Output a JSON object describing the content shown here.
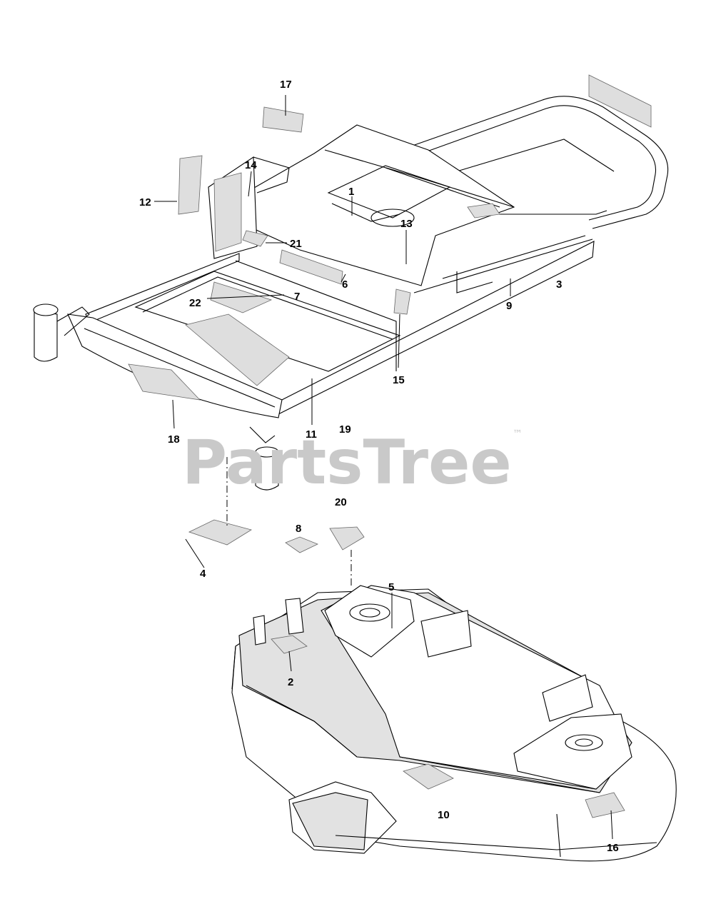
{
  "watermark": {
    "text": "PartsTree",
    "trademark": "™"
  },
  "callouts": [
    {
      "id": "1",
      "label": "1"
    },
    {
      "id": "2",
      "label": "2"
    },
    {
      "id": "3",
      "label": "3"
    },
    {
      "id": "4",
      "label": "4"
    },
    {
      "id": "5",
      "label": "5"
    },
    {
      "id": "6",
      "label": "6"
    },
    {
      "id": "7",
      "label": "7"
    },
    {
      "id": "8",
      "label": "8"
    },
    {
      "id": "9",
      "label": "9"
    },
    {
      "id": "10",
      "label": "10"
    },
    {
      "id": "11",
      "label": "11"
    },
    {
      "id": "12",
      "label": "12"
    },
    {
      "id": "13",
      "label": "13"
    },
    {
      "id": "14",
      "label": "14"
    },
    {
      "id": "15",
      "label": "15"
    },
    {
      "id": "16",
      "label": "16"
    },
    {
      "id": "17",
      "label": "17"
    },
    {
      "id": "18",
      "label": "18"
    },
    {
      "id": "19",
      "label": "19"
    },
    {
      "id": "20",
      "label": "20"
    },
    {
      "id": "21",
      "label": "21"
    },
    {
      "id": "22",
      "label": "22"
    }
  ]
}
